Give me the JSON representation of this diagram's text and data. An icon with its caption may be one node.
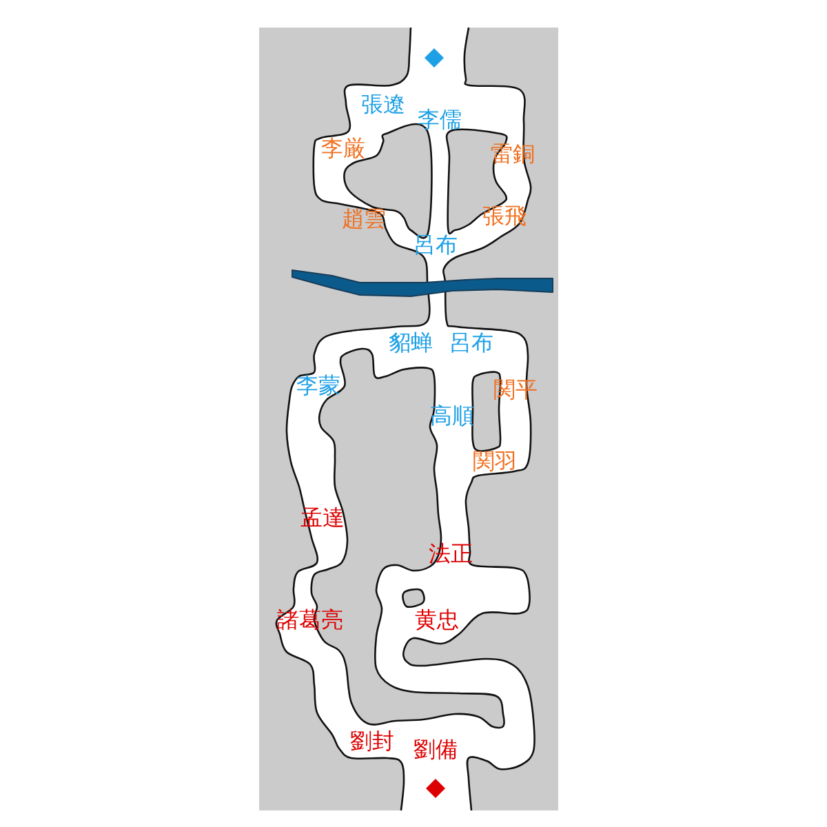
{
  "diagram": {
    "labels": [
      "張遼",
      "李儒",
      "李厳",
      "雷銅",
      "趙雲",
      "張飛",
      "呂布",
      "貂蝉",
      "呂布",
      "李蒙",
      "関平",
      "高順",
      "関羽",
      "孟達",
      "法正",
      "諸葛亮",
      "黄忠",
      "劉封",
      "劉備"
    ]
  }
}
